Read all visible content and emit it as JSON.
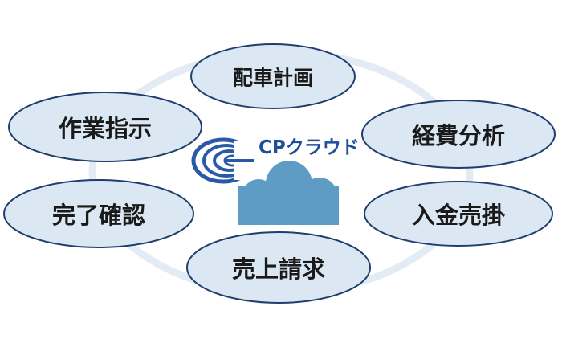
{
  "brand": {
    "name": "CPクラウド",
    "logo_icon": "cp-swirl-logo-icon",
    "cloud_icon": "cloud-icon"
  },
  "nodes": [
    {
      "id": "dispatch-plan",
      "label": "配車計画"
    },
    {
      "id": "expense-analysis",
      "label": "経費分析"
    },
    {
      "id": "payment-receivable",
      "label": "入金売掛"
    },
    {
      "id": "sales-billing",
      "label": "売上請求"
    },
    {
      "id": "completion-check",
      "label": "完了確認"
    },
    {
      "id": "work-instruction",
      "label": "作業指示"
    }
  ],
  "colors": {
    "ellipse_fill": "#dbe8f4",
    "ellipse_stroke": "#1f3e6e",
    "ring": "#e3ecf5",
    "cloud": "#5e9cc6",
    "brand_text": "#1e4f9a",
    "logo": "#2a5aa6"
  }
}
